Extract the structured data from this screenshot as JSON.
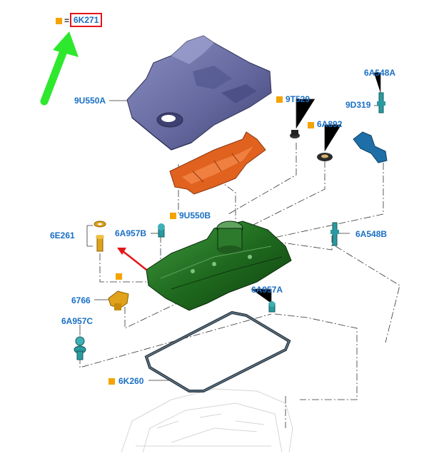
{
  "legend": {
    "symbol_equals": "=",
    "part_code": "6K271"
  },
  "callouts": {
    "c9U550A": "9U550A",
    "c9T529": "9T529",
    "c6A548A": "6A548A",
    "c9D319": "9D319",
    "c6A892": "6A892",
    "c9U550B": "9U550B",
    "c6E261": "6E261",
    "c6A957B": "6A957B",
    "c6A548B": "6A548B",
    "c6A957A": "6A957A",
    "c6766": "6766",
    "c6A957C": "6A957C",
    "c6K260": "6K260"
  },
  "colors": {
    "callout_text": "#1a6fc4",
    "marker": "#f5a300",
    "highlight_box": "#e3161b",
    "arrow_green": "#2ee82e",
    "cover": "#6e72a8",
    "baffle": "#e0621e",
    "valve_cover": "#1e6b1e",
    "gasket": "#2b3b48",
    "teal_parts": "#2a9aa0",
    "yellow_parts": "#e0a21a"
  }
}
